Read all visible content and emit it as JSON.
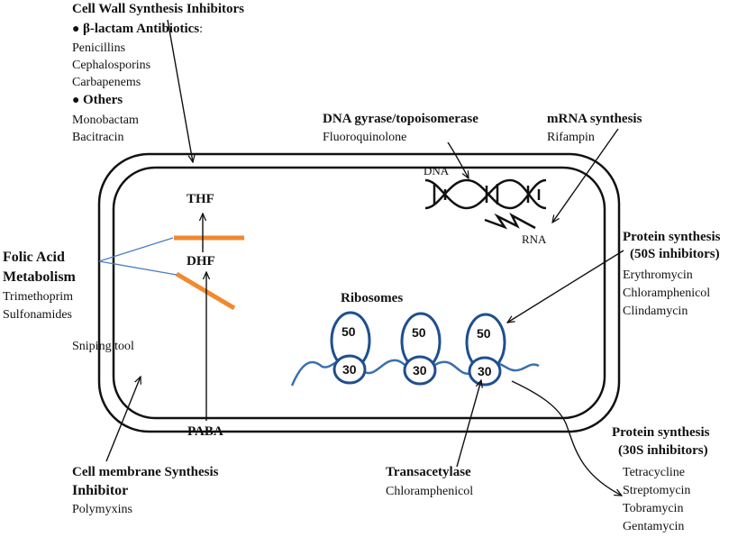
{
  "cell_wall": {
    "title": "Cell Wall Synthesis Inhibitors",
    "beta_lactam_heading": "β-lactam Antibiotics",
    "beta_lactam_colon": ":",
    "beta_lactam_drugs": [
      "Penicillins",
      "Cephalosporins",
      "Carbapenems"
    ],
    "others_heading": "Others",
    "others_drugs": [
      "Monobactam",
      "Bacitracin"
    ]
  },
  "dna_gyrase": {
    "title": "DNA gyrase/topoisomerase",
    "drug": "Fluoroquinolone"
  },
  "mrna": {
    "title": "mRNA synthesis",
    "drug": "Rifampin"
  },
  "dna_label": "DNA",
  "rna_label": "RNA",
  "thf_label": "THF",
  "dhf_label": "DHF",
  "paba_label": "PABA",
  "folic": {
    "title_line1": "Folic Acid",
    "title_line2": "Metabolism",
    "drugs": [
      "Trimethoprim",
      "Sulfonamides"
    ]
  },
  "sniping_tool": "Sniping tool",
  "ribosomes": {
    "title": "Ribosomes",
    "large_subunit": "50",
    "small_subunit": "30"
  },
  "protein_50s": {
    "title_line1": "Protein synthesis",
    "title_line2": "(50S inhibitors)",
    "drugs": [
      "Erythromycin",
      "Chloramphenicol",
      "Clindamycin"
    ]
  },
  "protein_30s": {
    "title_line1": "Protein synthesis",
    "title_line2": "(30S inhibitors)",
    "drugs": [
      "Tetracycline",
      "Streptomycin",
      "Tobramycin",
      "Gentamycin"
    ]
  },
  "membrane": {
    "title_line1": "Cell membrane Synthesis",
    "title_line2": "Inhibitor",
    "drug": "Polymyxins"
  },
  "transacetylase": {
    "title": "Transacetylase",
    "drug": "Chloramphenicol"
  },
  "colors": {
    "outline": "#111111",
    "enzyme_bar": "#f0892f",
    "folic_pointer": "#4a7fc0",
    "ribosome": "#1f4f8f",
    "mrna_strand": "#3a6fb0"
  }
}
